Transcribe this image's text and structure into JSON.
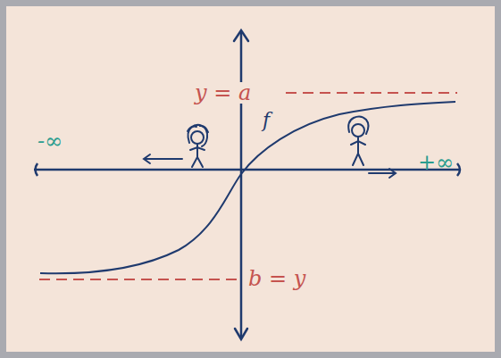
{
  "diagram": {
    "labels": [
      "y = a",
      "f",
      "-∞",
      "+∞",
      "b = y"
    ]
  }
}
